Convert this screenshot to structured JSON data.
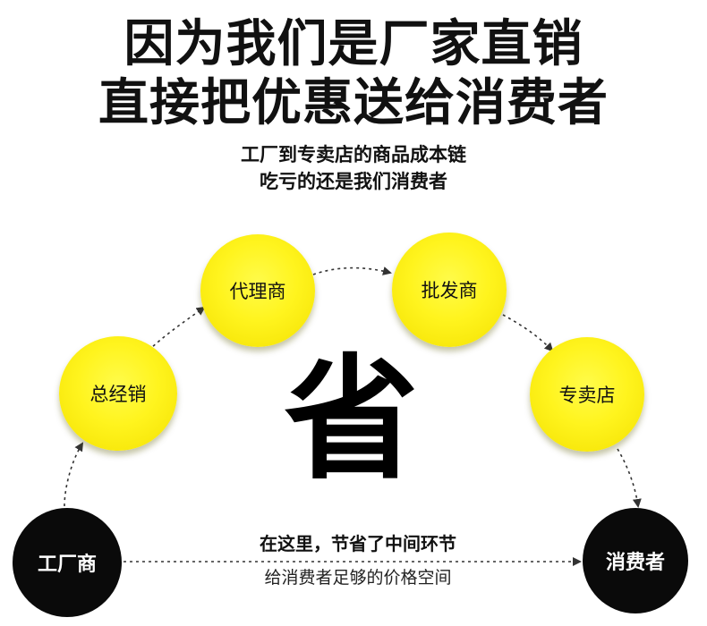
{
  "headline": {
    "line1": "因为我们是厂家直销",
    "line2": "直接把优惠送给消费者"
  },
  "subtitle": {
    "line1": "工厂到专卖店的商品成本链",
    "line2": "吃亏的还是我们消费者"
  },
  "nodes": {
    "factory": "工厂商",
    "general_distributor": "总经销",
    "agent": "代理商",
    "wholesaler": "批发商",
    "store": "专卖店",
    "consumer": "消费者"
  },
  "center_char": "省",
  "callout": {
    "main": "在这里，节省了中间环节",
    "sub": "给消费者足够的价格空间"
  },
  "colors": {
    "node_fill": "#fff41e",
    "end_node_fill": "#0a0a0a",
    "arrow": "#333333"
  }
}
